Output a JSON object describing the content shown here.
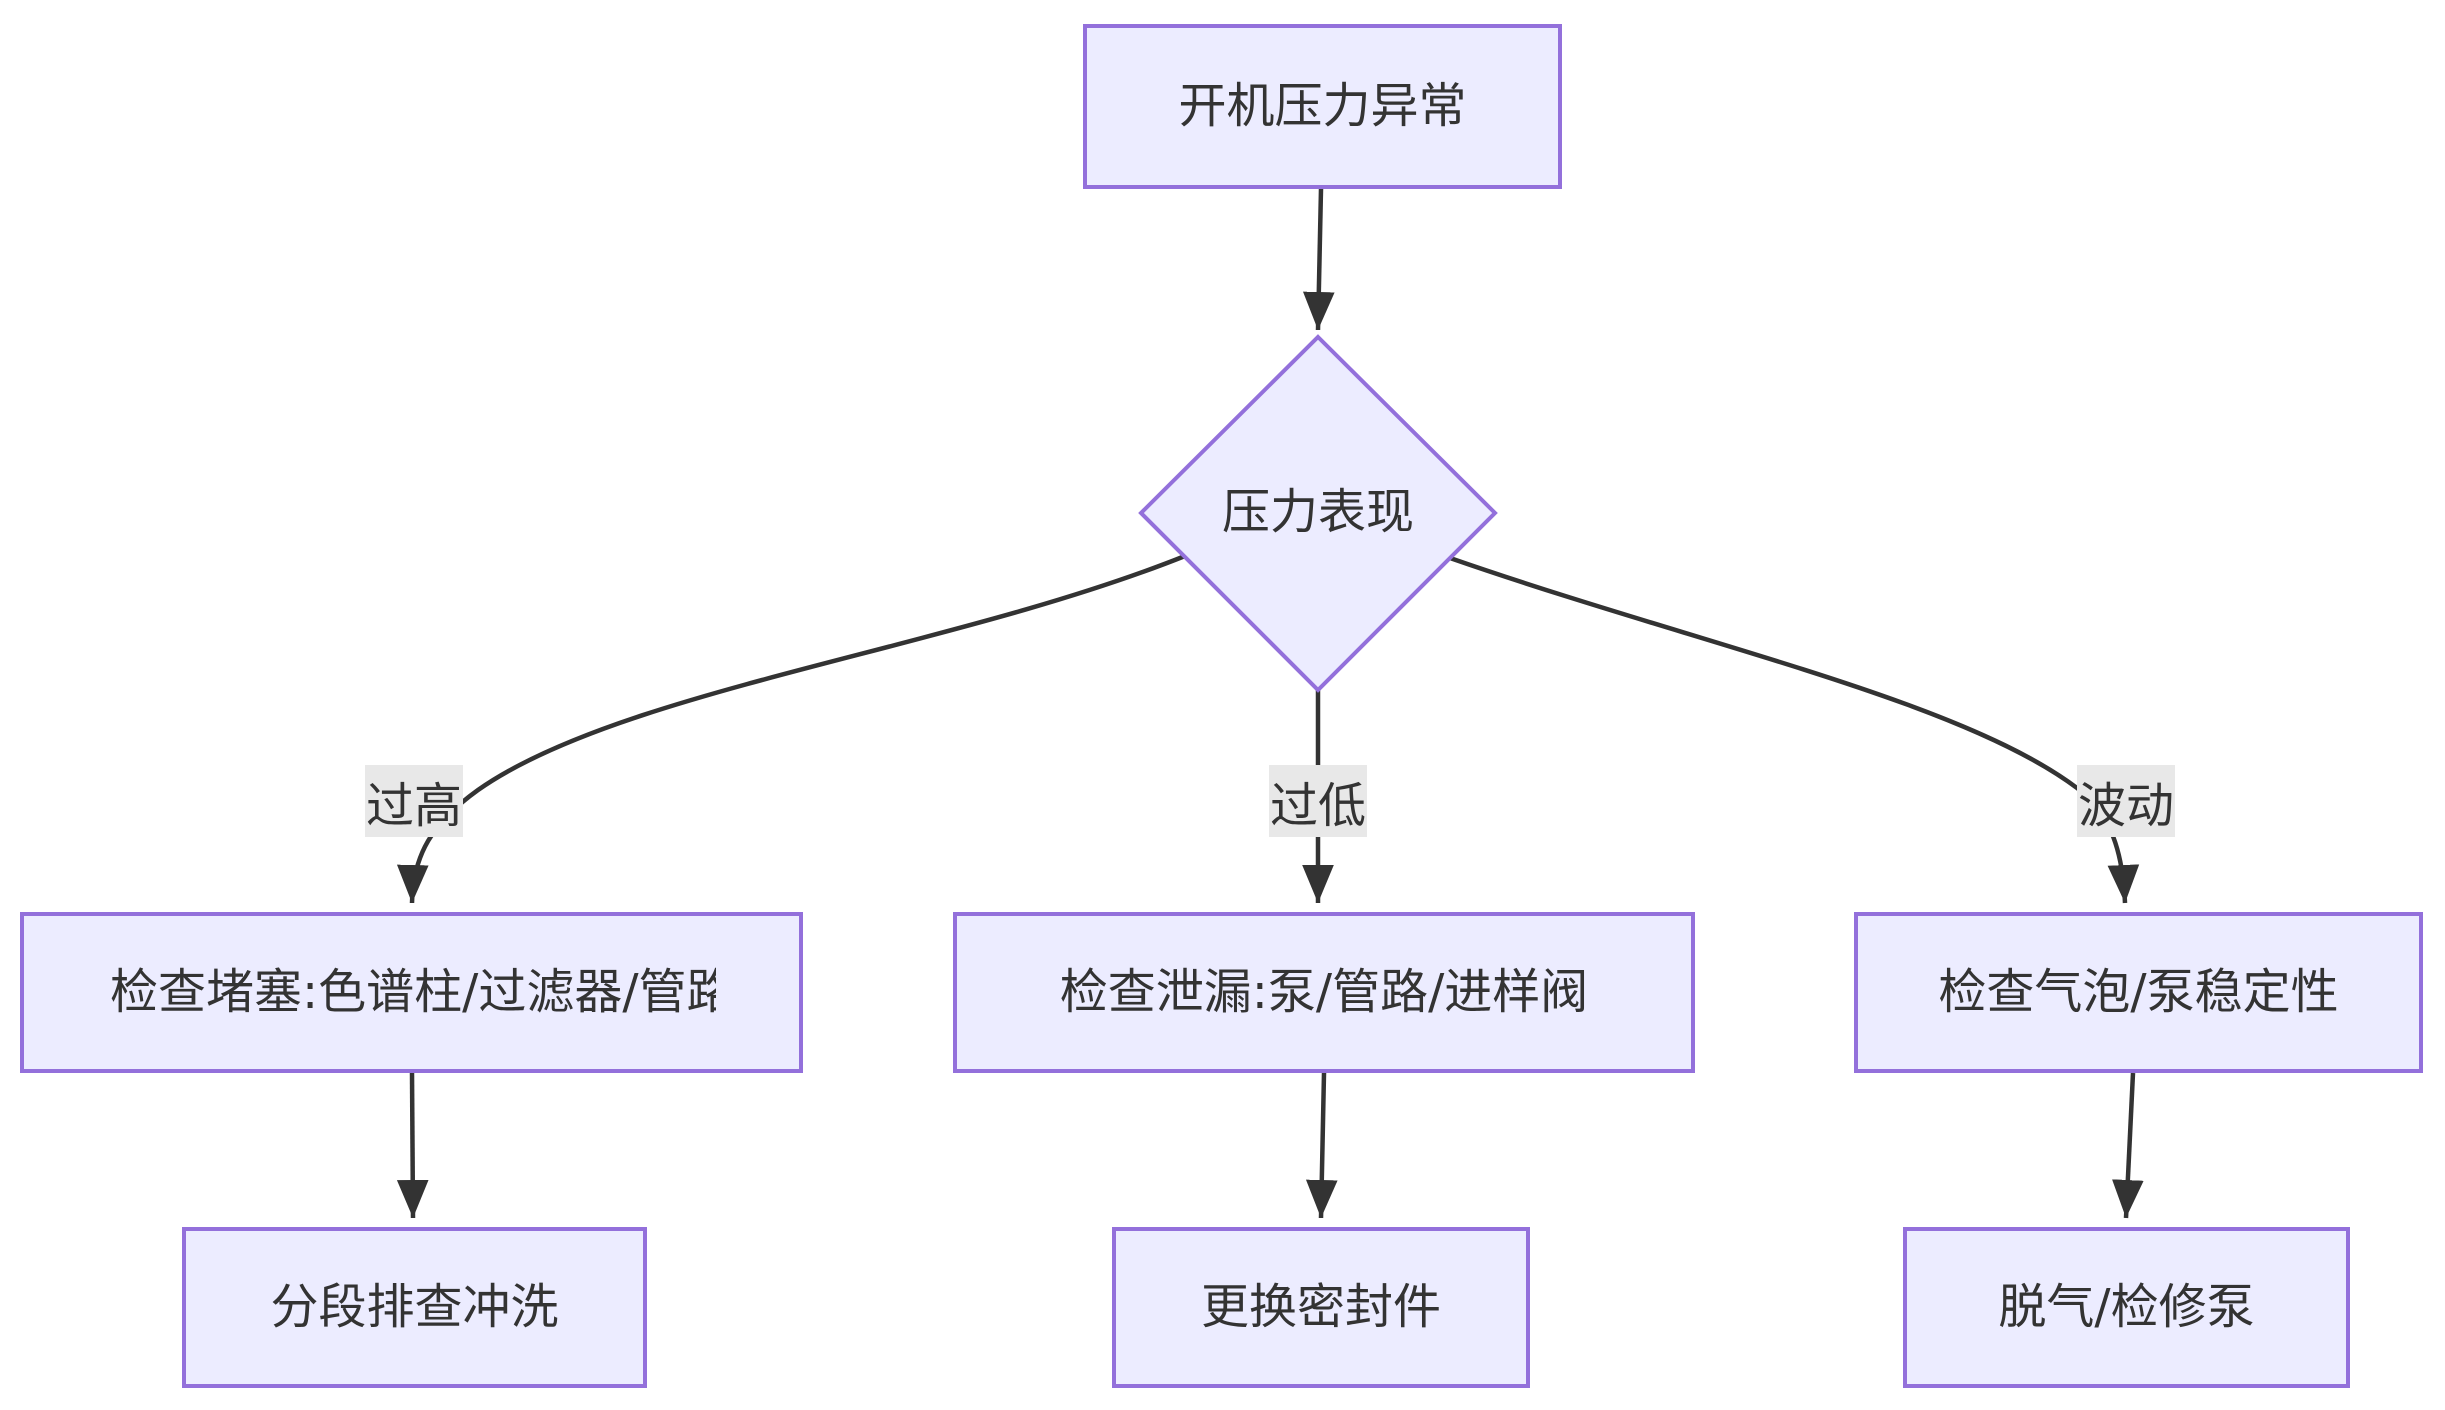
{
  "diagram": {
    "type": "flowchart",
    "direction": "top-down",
    "nodes": [
      {
        "id": "start",
        "shape": "rectangle",
        "label": "开机压力异常"
      },
      {
        "id": "decision",
        "shape": "diamond",
        "label": "压力表现"
      },
      {
        "id": "check-blockage",
        "shape": "rectangle",
        "label": "检查堵塞:色谱柱/过滤器/管路",
        "clipped": true
      },
      {
        "id": "check-leak",
        "shape": "rectangle",
        "label": "检查泄漏:泵/管路/进样阀"
      },
      {
        "id": "check-bubble",
        "shape": "rectangle",
        "label": "检查气泡/泵稳定性"
      },
      {
        "id": "flush",
        "shape": "rectangle",
        "label": "分段排查冲洗"
      },
      {
        "id": "replace-seal",
        "shape": "rectangle",
        "label": "更换密封件"
      },
      {
        "id": "degas",
        "shape": "rectangle",
        "label": "脱气/检修泵"
      }
    ],
    "edges": [
      {
        "from": "start",
        "to": "decision",
        "label": ""
      },
      {
        "from": "decision",
        "to": "check-blockage",
        "label": "过高"
      },
      {
        "from": "decision",
        "to": "check-leak",
        "label": "过低"
      },
      {
        "from": "decision",
        "to": "check-bubble",
        "label": "波动"
      },
      {
        "from": "check-blockage",
        "to": "flush",
        "label": ""
      },
      {
        "from": "check-leak",
        "to": "replace-seal",
        "label": ""
      },
      {
        "from": "check-bubble",
        "to": "degas",
        "label": ""
      }
    ],
    "colors": {
      "node_fill": "#ECECFF",
      "node_border": "#9370DB",
      "edge_color": "#333333",
      "label_bg": "#E8E8E8",
      "text_color": "#333333"
    }
  }
}
